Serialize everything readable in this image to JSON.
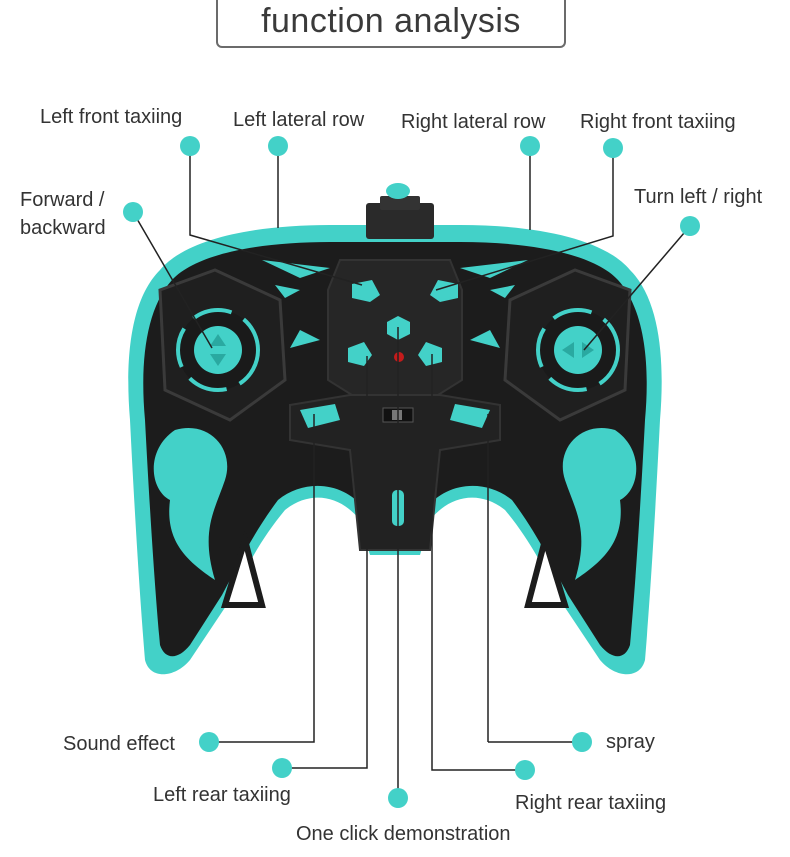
{
  "title": "function analysis",
  "colors": {
    "accent": "#43d1c8",
    "body": "#1c1c1c",
    "body_edge": "#2a2a2a",
    "line": "#222222",
    "led": "#c41b1b"
  },
  "labels": {
    "left_front_taxiing": "Left front taxiing",
    "left_lateral_row": "Left lateral row",
    "right_lateral_row": "Right lateral row",
    "right_front_taxiing": "Right front taxiing",
    "forward_backward": "Forward /\nbackward",
    "turn_left_right": "Turn left / right",
    "sound_effect": "Sound effect",
    "spray": "spray",
    "left_rear_taxiing": "Left rear taxiing",
    "right_rear_taxiing": "Right rear taxiing",
    "one_click_demonstration": "One click demonstration"
  }
}
